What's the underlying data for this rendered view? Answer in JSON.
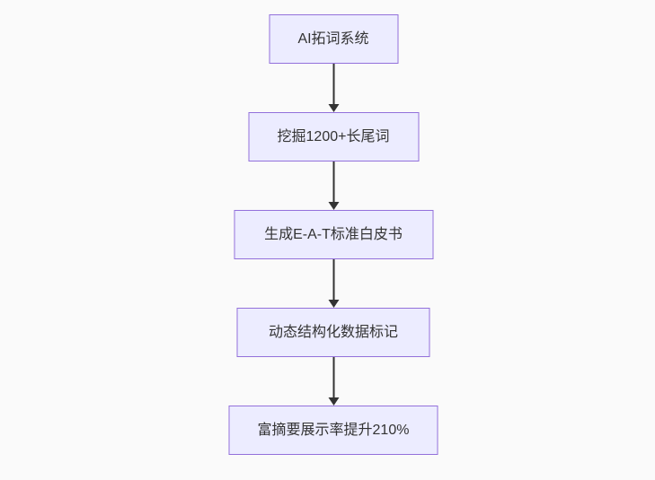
{
  "flowchart": {
    "direction": "top-down",
    "nodes": [
      {
        "id": "A",
        "label": "AI拓词系统"
      },
      {
        "id": "B",
        "label": "挖掘1200+长尾词"
      },
      {
        "id": "C",
        "label": "生成E-A-T标准白皮书"
      },
      {
        "id": "D",
        "label": "动态结构化数据标记"
      },
      {
        "id": "E",
        "label": "富摘要展示率提升210%"
      }
    ],
    "edges": [
      {
        "from": "A",
        "to": "B"
      },
      {
        "from": "B",
        "to": "C"
      },
      {
        "from": "C",
        "to": "D"
      },
      {
        "from": "D",
        "to": "E"
      }
    ],
    "colors": {
      "background": "#FAFAFA",
      "node_fill": "#ECECFF",
      "node_border": "#9370DB",
      "arrow": "#333333",
      "text": "#333333"
    }
  }
}
